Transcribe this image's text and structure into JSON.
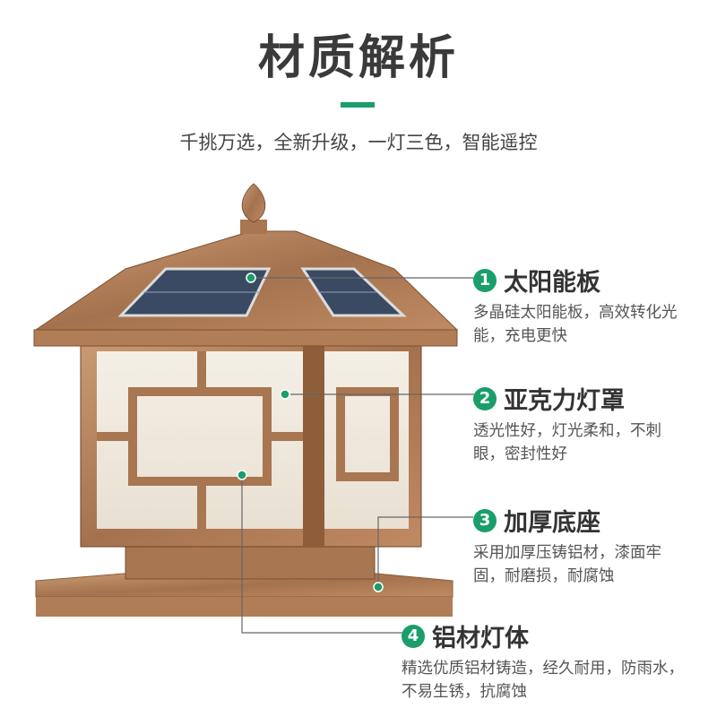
{
  "title": "材质解析",
  "subtitle": "千挑万选，全新升级，一灯三色，智能遥控",
  "accent": "#1a9e6a",
  "features": [
    {
      "num": "1",
      "title": "太阳能板",
      "desc": "多晶硅太阳能板，高效转化光能，充电更快"
    },
    {
      "num": "2",
      "title": "亚克力灯罩",
      "desc": "透光性好，灯光柔和，不刺眼，密封性好"
    },
    {
      "num": "3",
      "title": "加厚底座",
      "desc": "采用加厚压铸铝材，漆面牢固，耐磨损，耐腐蚀"
    },
    {
      "num": "4",
      "title": "铝材灯体",
      "desc": "精选优质铝材铸造，经久耐用，防雨水，不易生锈，抗腐蚀"
    }
  ]
}
